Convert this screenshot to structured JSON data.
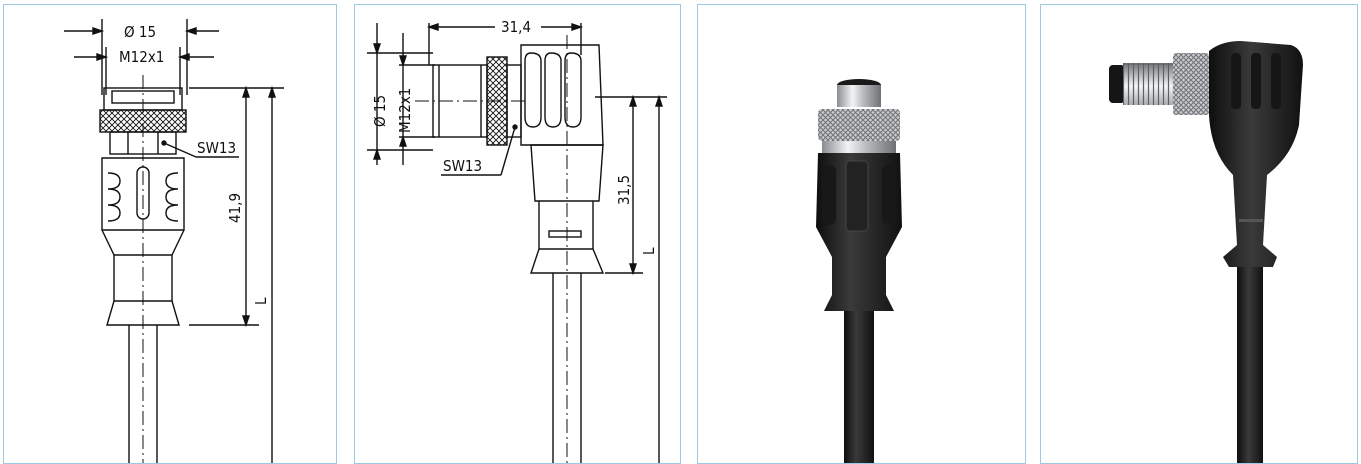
{
  "panel1": {
    "dim_diameter": "Ø 15",
    "dim_thread": "M12x1",
    "dim_wrench": "SW13",
    "dim_length": "41,9",
    "dim_cable": "L"
  },
  "panel2": {
    "dim_width": "31,4",
    "dim_diameter": "Ø 15",
    "dim_thread": "M12x1",
    "dim_wrench": "SW13",
    "dim_length": "31,5",
    "dim_cable": "L"
  },
  "colors": {
    "panel_border": "#9ec9e2",
    "line": "#111111",
    "connector_body": "#1e1e1e",
    "metal": "#c9cccf"
  }
}
